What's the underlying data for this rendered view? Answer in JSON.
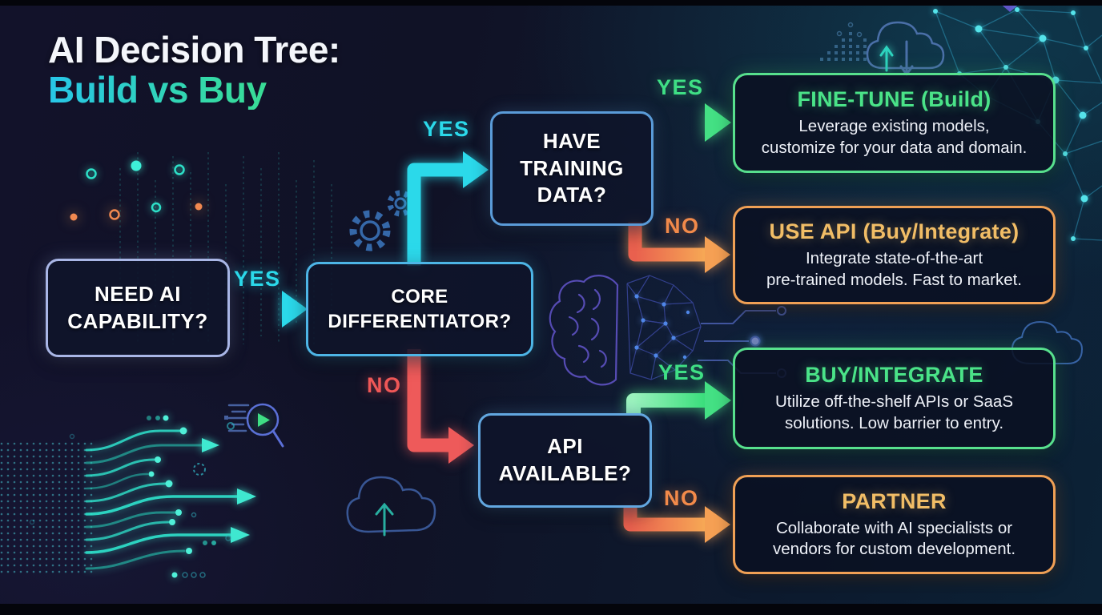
{
  "title": {
    "line1": "AI Decision Tree:",
    "line2": "Build vs Buy"
  },
  "nodes": {
    "need_ai": "NEED AI\nCAPABILITY?",
    "core_differentiator": "CORE\nDIFFERENTIATOR?",
    "have_training_data": "HAVE\nTRAINING\nDATA?",
    "api_available": "API\nAVAILABLE?"
  },
  "edges": {
    "need_ai_yes": "YES",
    "core_diff_yes": "YES",
    "core_diff_no": "NO",
    "training_yes": "YES",
    "training_no": "NO",
    "api_yes": "YES",
    "api_no": "NO"
  },
  "outcomes": [
    {
      "title": "FINE-TUNE (Build)",
      "desc": "Leverage existing models,\ncustomize for your data and domain.",
      "tone": "green"
    },
    {
      "title": "USE API (Buy/Integrate)",
      "desc": "Integrate state-of-the-art\npre-trained models. Fast to market.",
      "tone": "orange"
    },
    {
      "title": "BUY/INTEGRATE",
      "desc": "Utilize off-the-shelf APIs or SaaS\nsolutions. Low barrier to entry.",
      "tone": "green"
    },
    {
      "title": "PARTNER",
      "desc": "Collaborate with AI specialists or\nvendors for custom development.",
      "tone": "orange"
    }
  ],
  "colors": {
    "background": "#101226",
    "cyan": "#2bd9ea",
    "green": "#3fdf85",
    "red": "#ef5757",
    "orange": "#f49a4d",
    "gold": "#f1bd66",
    "green_border": "#57e08d",
    "orange_border": "#f0a055",
    "decision_border_light": "#a9b6e6",
    "decision_border_cyan": "#4db5e6",
    "decision_border_blue": "#5a9bd8"
  },
  "decorative_icons": [
    "signal-bars-icon",
    "gears-icon",
    "brain-circuit-icon",
    "magnifier-play-icon",
    "cloud-sync-icon",
    "cloud-upload-icon",
    "cloud-icon",
    "network-mesh-icon",
    "circuit-flow-icon",
    "dot-grid",
    "chevron-down-icon"
  ]
}
